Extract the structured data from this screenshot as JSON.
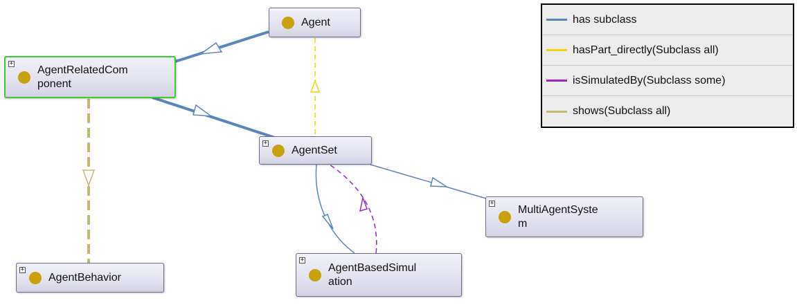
{
  "nodes": {
    "agent": {
      "label": "Agent",
      "expandable": false
    },
    "agentrelated": {
      "label": "AgentRelatedCom\nponent",
      "expandable": true,
      "selected": true
    },
    "agentset": {
      "label": "AgentSet",
      "expandable": true
    },
    "multiagent": {
      "label": "MultiAgentSyste\nm",
      "expandable": true
    },
    "agentbehavior": {
      "label": "AgentBehavior",
      "expandable": true
    },
    "agentbased": {
      "label": "AgentBasedSimul\nation",
      "expandable": true
    }
  },
  "expand_symbol": "+",
  "legend": [
    {
      "label": "has subclass",
      "color": "#5b86bb"
    },
    {
      "label": "hasPart_directly(Subclass all)",
      "color": "#f2d30a"
    },
    {
      "label": "isSimulatedBy(Subclass some)",
      "color": "#9a28c8"
    },
    {
      "label": "shows(Subclass all)",
      "color": "#c2bb6f"
    }
  ],
  "edges": [
    {
      "from": "agentrelated",
      "to": "agent",
      "type": "has subclass"
    },
    {
      "from": "agentrelated",
      "to": "agentset",
      "type": "has subclass"
    },
    {
      "from": "agentset",
      "to": "agent",
      "type": "hasPart_directly(Subclass all)"
    },
    {
      "from": "agentrelated",
      "to": "agentbehavior",
      "type": "shows(Subclass all)"
    },
    {
      "from": "agentset",
      "to": "multiagent",
      "type": "has subclass"
    },
    {
      "from": "agentset",
      "to": "agentbased",
      "type": "has subclass"
    },
    {
      "from": "agentbased",
      "to": "agentset",
      "type": "isSimulatedBy(Subclass some)"
    }
  ]
}
